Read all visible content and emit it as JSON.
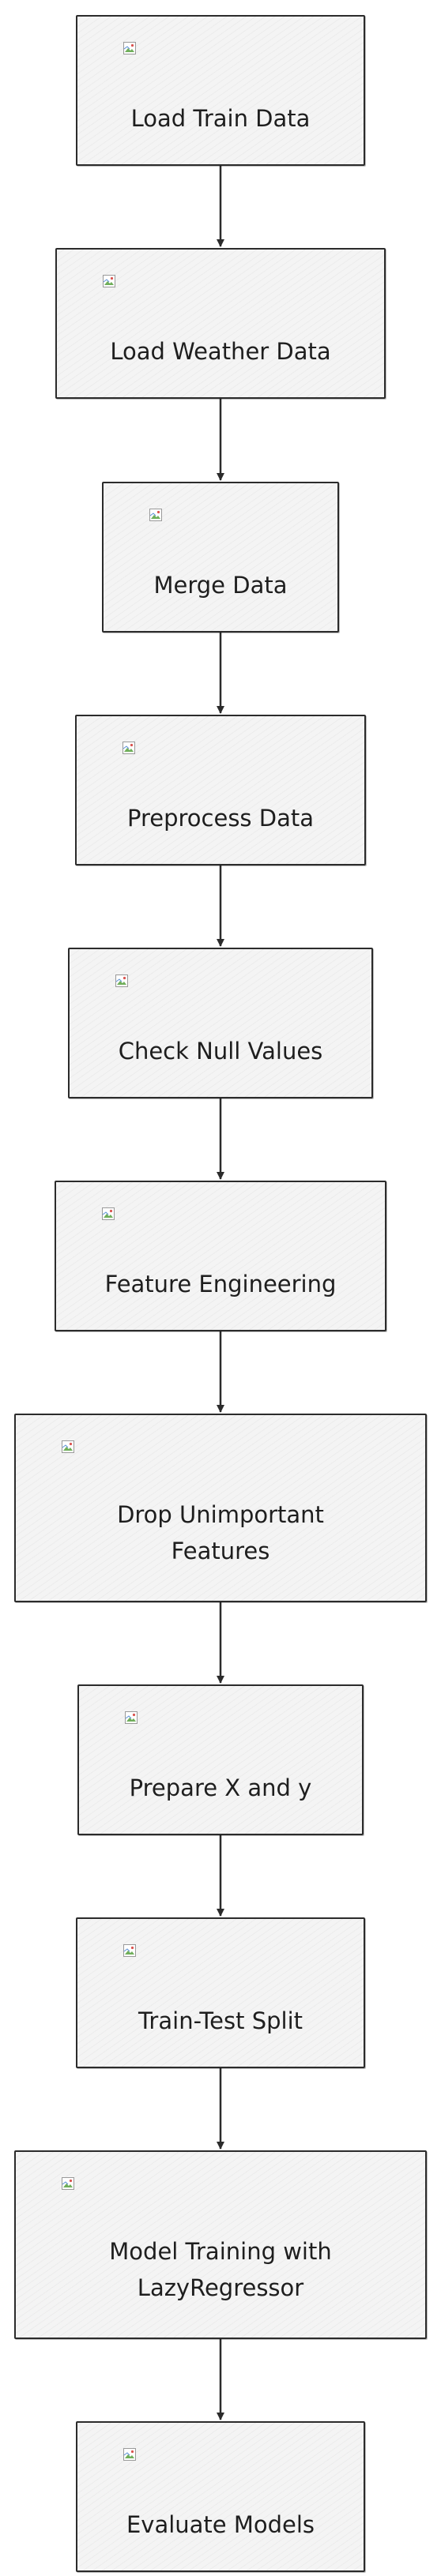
{
  "diagram": {
    "type": "flowchart",
    "direction": "top-to-bottom",
    "nodes": [
      {
        "id": "load-train-data",
        "label": "Load Train Data"
      },
      {
        "id": "load-weather-data",
        "label": "Load Weather Data"
      },
      {
        "id": "merge-data",
        "label": "Merge Data"
      },
      {
        "id": "preprocess-data",
        "label": "Preprocess Data"
      },
      {
        "id": "check-null-values",
        "label": "Check Null Values"
      },
      {
        "id": "feature-engineering",
        "label": "Feature Engineering"
      },
      {
        "id": "drop-unimportant-features",
        "label": "Drop Unimportant\nFeatures"
      },
      {
        "id": "prepare-x-and-y",
        "label": "Prepare X and y"
      },
      {
        "id": "train-test-split",
        "label": "Train-Test Split"
      },
      {
        "id": "model-training-lazyregressor",
        "label": "Model Training with\nLazyRegressor"
      },
      {
        "id": "evaluate-models",
        "label": "Evaluate Models"
      }
    ],
    "edges": [
      {
        "from": "load-train-data",
        "to": "load-weather-data"
      },
      {
        "from": "load-weather-data",
        "to": "merge-data"
      },
      {
        "from": "merge-data",
        "to": "preprocess-data"
      },
      {
        "from": "preprocess-data",
        "to": "check-null-values"
      },
      {
        "from": "check-null-values",
        "to": "feature-engineering"
      },
      {
        "from": "feature-engineering",
        "to": "drop-unimportant-features"
      },
      {
        "from": "drop-unimportant-features",
        "to": "prepare-x-and-y"
      },
      {
        "from": "prepare-x-and-y",
        "to": "train-test-split"
      },
      {
        "from": "train-test-split",
        "to": "model-training-lazyregressor"
      },
      {
        "from": "model-training-lazyregressor",
        "to": "evaluate-models"
      }
    ],
    "icon": "broken-image-icon",
    "colors": {
      "box_fill": "#f4f4f4",
      "stroke": "#2b2b2b",
      "text": "#1e1e1e"
    }
  }
}
